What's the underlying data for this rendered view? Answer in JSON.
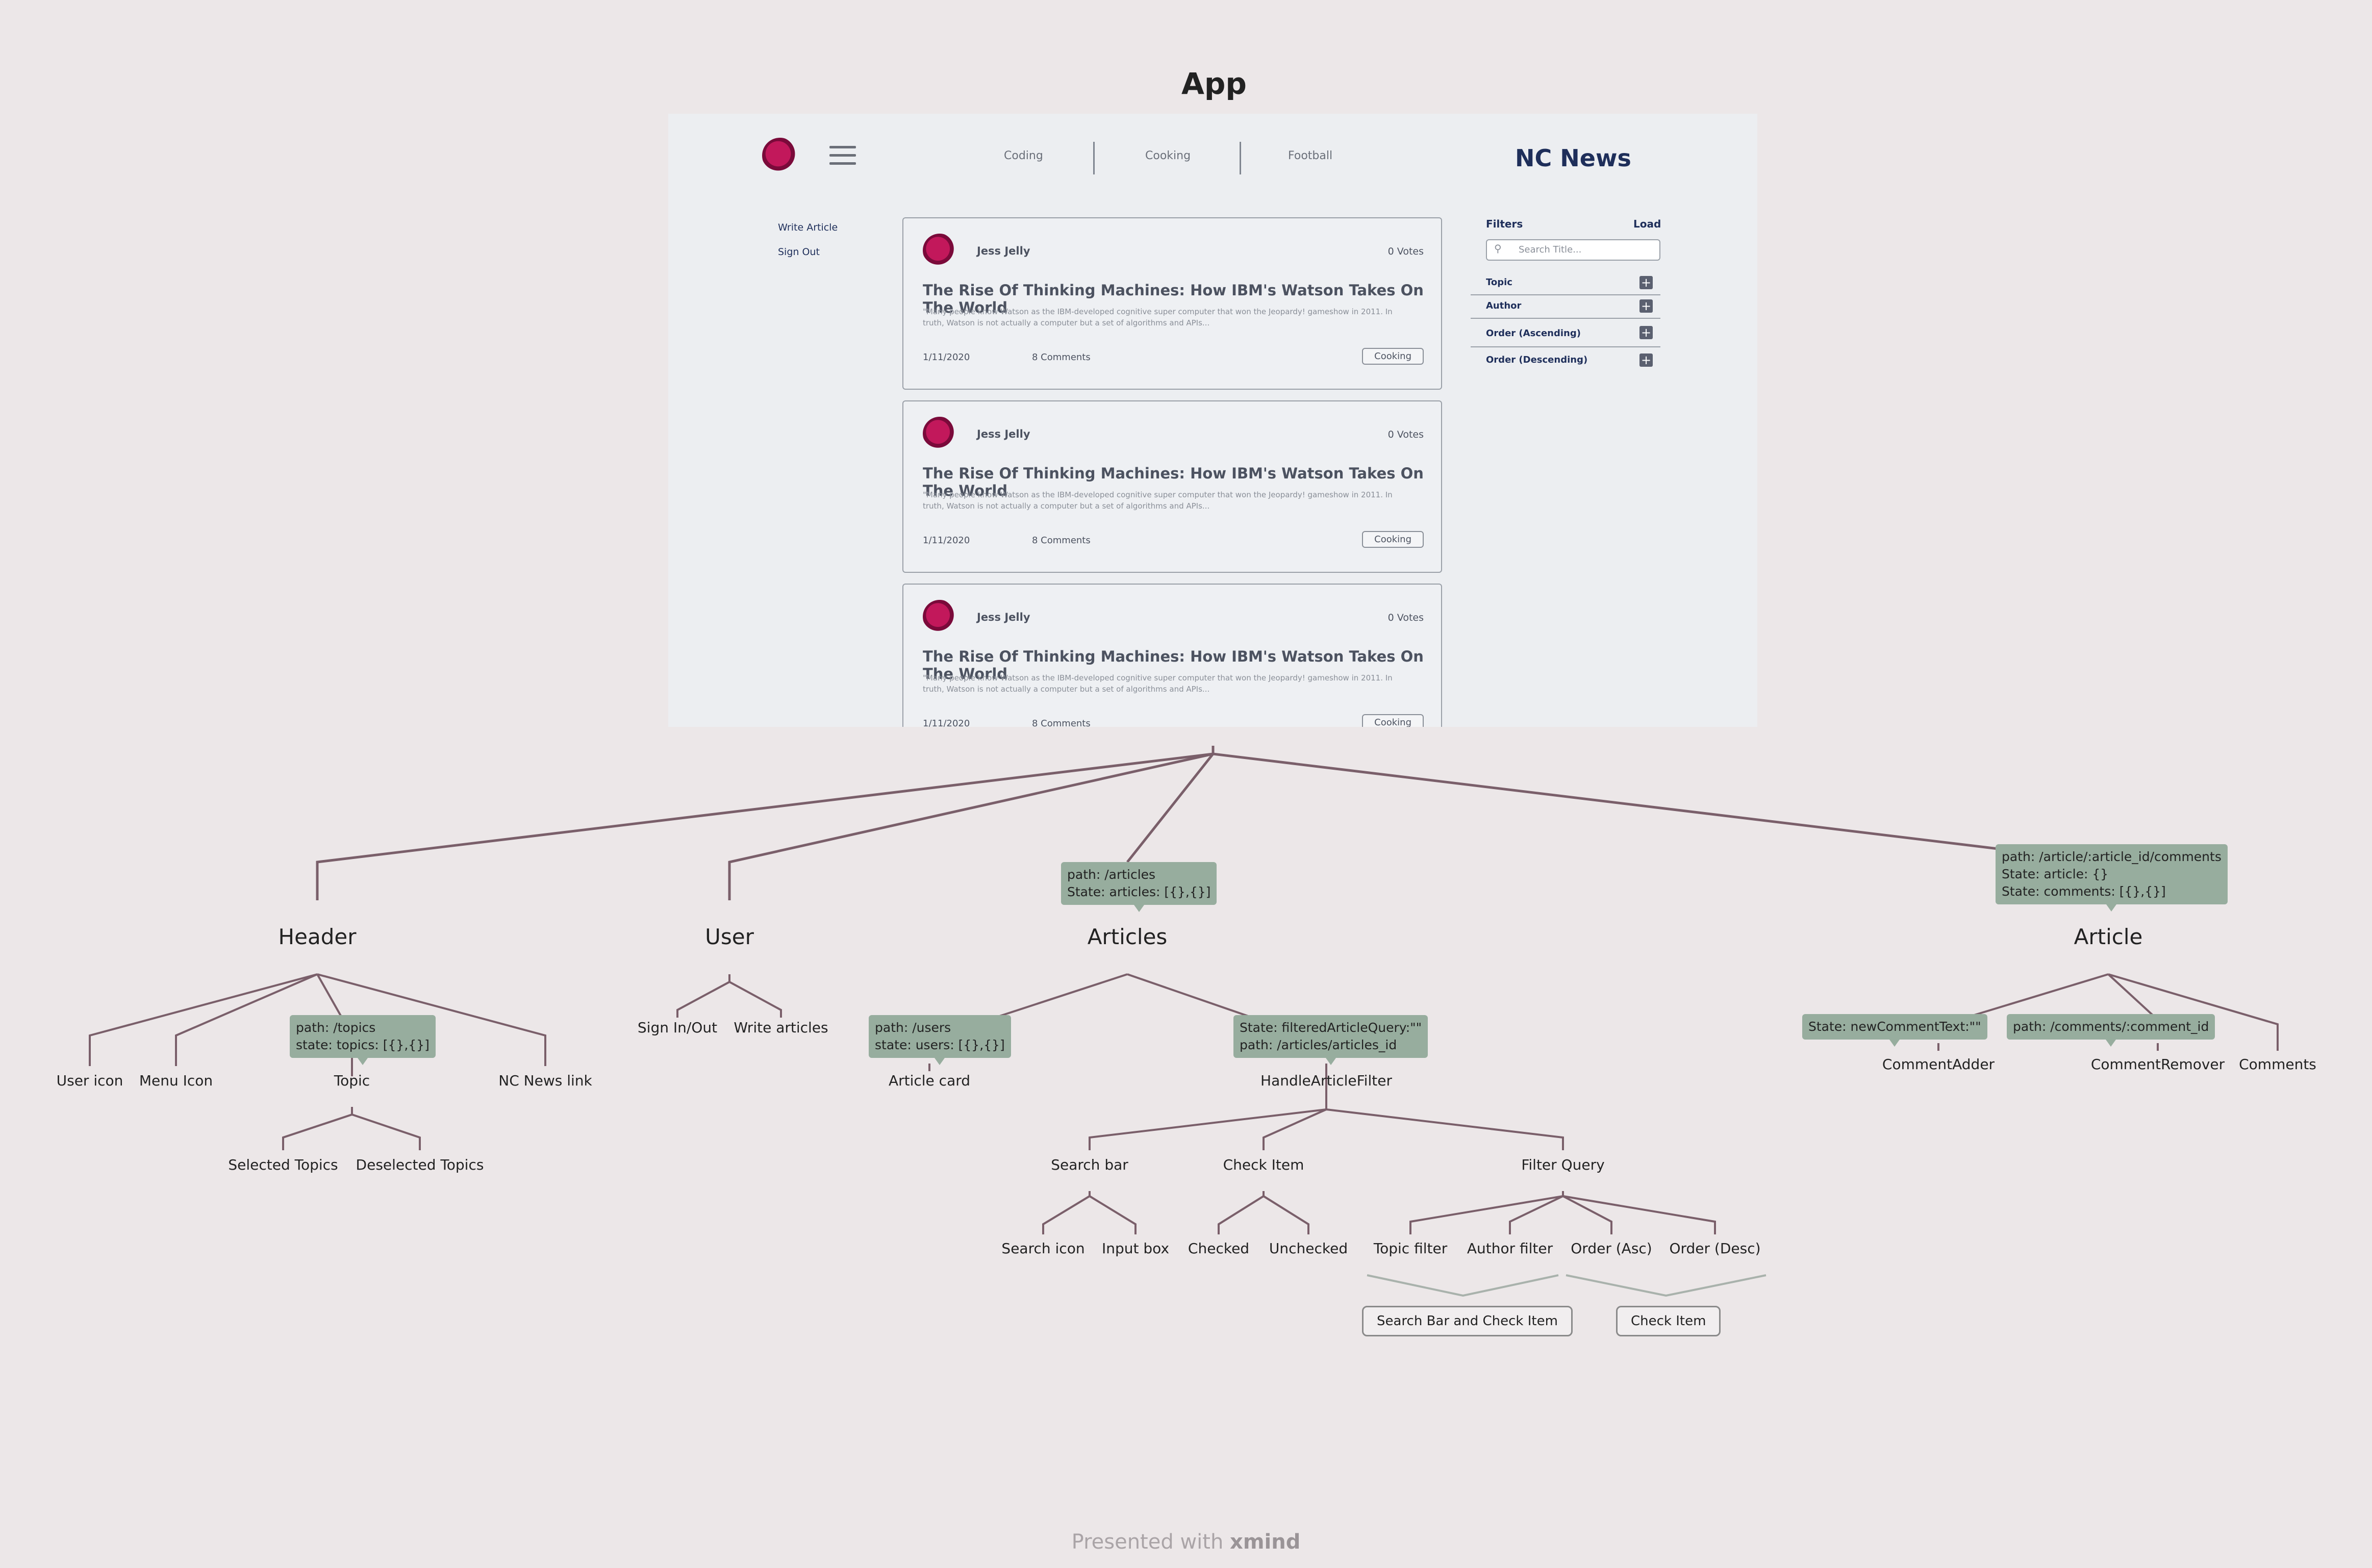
{
  "root": {
    "title": "App"
  },
  "app_mockup": {
    "brand": "NC News",
    "nav_topics": [
      "Coding",
      "Cooking",
      "Football"
    ],
    "sidebar_links": [
      "Write Article",
      "Sign Out"
    ],
    "cards": [
      {
        "author": "Jess Jelly",
        "votes": "0 Votes",
        "title": "The Rise Of Thinking Machines: How IBM's Watson Takes On The World",
        "excerpt": "\"Many people know Watson as the IBM-developed cognitive super computer that won the Jeopardy! gameshow in 2011. In truth, Watson is not actually a computer but a set of algorithms and APIs...",
        "date": "1/11/2020",
        "comments": "8 Comments",
        "topic": "Cooking"
      },
      {
        "author": "Jess Jelly",
        "votes": "0 Votes",
        "title": "The Rise Of Thinking Machines: How IBM's Watson Takes On The World",
        "excerpt": "\"Many people know Watson as the IBM-developed cognitive super computer that won the Jeopardy! gameshow in 2011. In truth, Watson is not actually a computer but a set of algorithms and APIs...",
        "date": "1/11/2020",
        "comments": "8 Comments",
        "topic": "Cooking"
      },
      {
        "author": "Jess Jelly",
        "votes": "0 Votes",
        "title": "The Rise Of Thinking Machines: How IBM's Watson Takes On The World",
        "excerpt": "\"Many people know Watson as the IBM-developed cognitive super computer that won the Jeopardy! gameshow in 2011. In truth, Watson is not actually a computer but a set of algorithms and APIs...",
        "date": "1/11/2020",
        "comments": "8 Comments",
        "topic": "Cooking"
      }
    ],
    "filters": {
      "label": "Filters",
      "load": "Load",
      "search_placeholder": "Search Title...",
      "rows": [
        "Topic",
        "Author",
        "Order (Ascending)",
        "Order (Descending)"
      ]
    }
  },
  "tree": {
    "header": {
      "label": "Header",
      "children": [
        "User icon",
        "Menu Icon",
        "Topic",
        "NC News link"
      ],
      "topic_note": "path: /topics\nstate: topics: [{},{}]",
      "topic_children": [
        "Selected Topics",
        "Deselected Topics"
      ]
    },
    "user": {
      "label": "User",
      "children": [
        "Sign In/Out",
        "Write articles"
      ]
    },
    "articles": {
      "label": "Articles",
      "note": "path: /articles\nState: articles: [{},{}]",
      "children": [
        "Article card",
        "HandleArticleFilter"
      ],
      "card_note": "path: /users\nstate: users: [{},{}]",
      "filter_note": "State: filteredArticleQuery:\"\"\npath: /articles/articles_id",
      "filter_children": [
        "Search bar",
        "Check Item",
        "Filter Query"
      ],
      "search_children": [
        "Search icon",
        "Input box"
      ],
      "check_children": [
        "Checked",
        "Unchecked"
      ],
      "query_children": [
        "Topic filter",
        "Author filter",
        "Order (Asc)",
        "Order (Desc)"
      ],
      "summaries": [
        "Search Bar and Check Item",
        "Check Item"
      ]
    },
    "article": {
      "label": "Article",
      "note": "path: /article/:article_id/comments\nState: article: {}\nState: comments: [{},{}]",
      "children": [
        "CommentAdder",
        "CommentRemover",
        "Comments"
      ],
      "adder_note": "State: newCommentText:\"\"",
      "remover_note": "path: /comments/:comment_id"
    }
  },
  "footer": {
    "prefix": "Presented with",
    "brand": "xmind"
  },
  "colors": {
    "background": "#ece7e8",
    "connector": "#7a5f6a",
    "note": "#97ad9e",
    "brand_text": "#1e2e5a"
  }
}
